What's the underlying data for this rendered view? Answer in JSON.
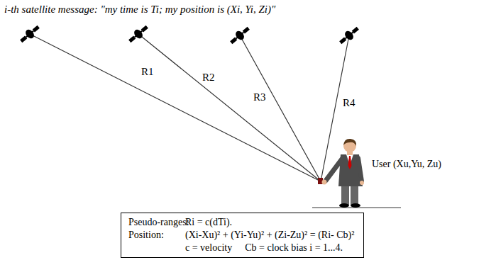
{
  "diagram": {
    "nodes": [
      {
        "text": [
          "Pseudo-ranges:",
          "Ri = c(dTi).",
          "Position:",
          "(Xi-Xu)² + (Yi-Yu)² + (Zi-Zu)² = (Ri- Cb)²",
          "c = velocity",
          "Cb = clock bias i = 1...4."
        ]
      }
    ],
    "labels": [
      "i-th satellite message: \"my time is Ti; my position is (Xi, Yi, Zi)\"",
      "R1",
      "R2",
      "R3",
      "R4",
      "User (Xu,Yu, Zu)"
    ]
  }
}
